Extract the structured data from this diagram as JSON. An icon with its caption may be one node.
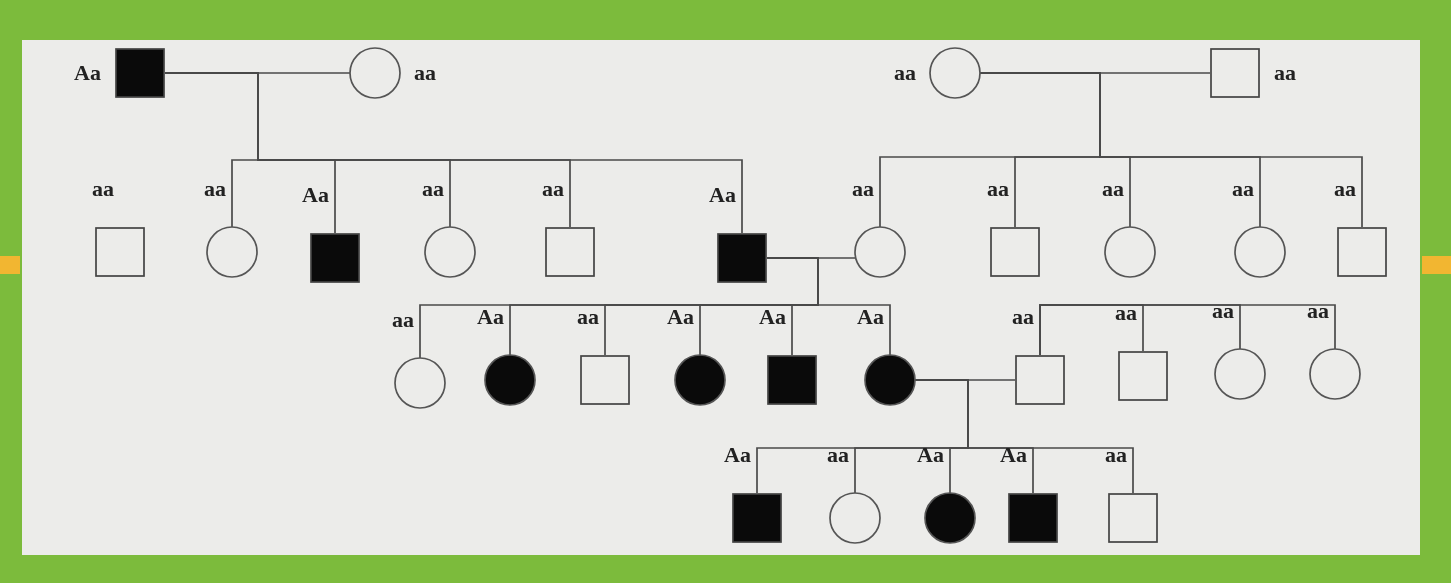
{
  "diagram": {
    "nodes": [
      {
        "text": [],
        "shape": "box",
        "beside": [
          "Aa"
        ]
      },
      {
        "text": [],
        "shape": "circle",
        "beside": [
          "aa"
        ]
      },
      {
        "text": [],
        "shape": "circle",
        "beside": [
          "aa"
        ]
      },
      {
        "text": [],
        "shape": "box",
        "beside": [
          "aa"
        ]
      },
      {
        "text": [],
        "shape": "box",
        "beside": [
          "aa"
        ]
      },
      {
        "text": [],
        "shape": "circle",
        "beside": [
          "aa"
        ]
      },
      {
        "text": [],
        "shape": "box",
        "beside": [
          "Aa"
        ]
      },
      {
        "text": [],
        "shape": "circle",
        "beside": [
          "aa"
        ]
      },
      {
        "text": [],
        "shape": "box",
        "beside": [
          "aa"
        ]
      },
      {
        "text": [],
        "shape": "box",
        "beside": [
          "Aa"
        ]
      },
      {
        "text": [],
        "shape": "circle",
        "beside": [
          "aa"
        ]
      },
      {
        "text": [],
        "shape": "box",
        "beside": [
          "aa"
        ]
      },
      {
        "text": [],
        "shape": "circle",
        "beside": [
          "aa"
        ]
      },
      {
        "text": [],
        "shape": "circle",
        "beside": [
          "aa"
        ]
      },
      {
        "text": [],
        "shape": "box",
        "beside": [
          "aa"
        ]
      },
      {
        "text": [],
        "shape": "circle",
        "beside": [
          "aa"
        ]
      },
      {
        "text": [],
        "shape": "circle",
        "beside": [
          "Aa"
        ]
      },
      {
        "text": [],
        "shape": "box",
        "beside": [
          "aa"
        ]
      },
      {
        "text": [],
        "shape": "circle",
        "beside": [
          "Aa"
        ]
      },
      {
        "text": [],
        "shape": "box",
        "beside": [
          "Aa"
        ]
      },
      {
        "text": [],
        "shape": "circle",
        "beside": [
          "Aa"
        ]
      },
      {
        "text": [],
        "shape": "box",
        "beside": [
          "aa"
        ]
      },
      {
        "text": [],
        "shape": "box",
        "beside": [
          "aa"
        ]
      },
      {
        "text": [],
        "shape": "circle",
        "beside": [
          "aa"
        ]
      },
      {
        "text": [],
        "shape": "circle",
        "beside": [
          "aa"
        ]
      },
      {
        "text": [],
        "shape": "box",
        "beside": [
          "Aa"
        ]
      },
      {
        "text": [],
        "shape": "circle",
        "beside": [
          "aa"
        ]
      },
      {
        "text": [],
        "shape": "circle",
        "beside": [
          "Aa"
        ]
      },
      {
        "text": [],
        "shape": "box",
        "beside": [
          "Aa"
        ]
      },
      {
        "text": [],
        "shape": "box",
        "beside": [
          "aa"
        ]
      }
    ],
    "edges": [
      {
        "from": 0,
        "to": 1,
        "arrow": "none"
      },
      {
        "from": 0,
        "to": 5,
        "arrow": "none"
      },
      {
        "from": 0,
        "to": 6,
        "arrow": "none"
      },
      {
        "from": 0,
        "to": 7,
        "arrow": "none"
      },
      {
        "from": 0,
        "to": 8,
        "arrow": "none"
      },
      {
        "from": 0,
        "to": 9,
        "arrow": "none"
      },
      {
        "from": 2,
        "to": 3,
        "arrow": "none"
      },
      {
        "from": 2,
        "to": 10,
        "arrow": "none"
      },
      {
        "from": 2,
        "to": 11,
        "arrow": "none"
      },
      {
        "from": 2,
        "to": 12,
        "arrow": "none"
      },
      {
        "from": 2,
        "to": 13,
        "arrow": "none"
      },
      {
        "from": 2,
        "to": 14,
        "arrow": "none"
      },
      {
        "from": 9,
        "to": 10,
        "arrow": "none"
      },
      {
        "from": 9,
        "to": 15,
        "arrow": "none"
      },
      {
        "from": 9,
        "to": 16,
        "arrow": "none"
      },
      {
        "from": 9,
        "to": 17,
        "arrow": "none"
      },
      {
        "from": 9,
        "to": 18,
        "arrow": "none"
      },
      {
        "from": 9,
        "to": 19,
        "arrow": "none"
      },
      {
        "from": 9,
        "to": 20,
        "arrow": "none"
      },
      {
        "from": 20,
        "to": 21,
        "arrow": "none"
      },
      {
        "from": 21,
        "to": 22,
        "arrow": "none"
      },
      {
        "from": 21,
        "to": 23,
        "arrow": "none"
      },
      {
        "from": 21,
        "to": 24,
        "arrow": "none"
      },
      {
        "from": 20,
        "to": 25,
        "arrow": "none"
      },
      {
        "from": 20,
        "to": 26,
        "arrow": "none"
      },
      {
        "from": 20,
        "to": 27,
        "arrow": "none"
      },
      {
        "from": 20,
        "to": 28,
        "arrow": "none"
      },
      {
        "from": 20,
        "to": 29,
        "arrow": "none"
      }
    ]
  }
}
